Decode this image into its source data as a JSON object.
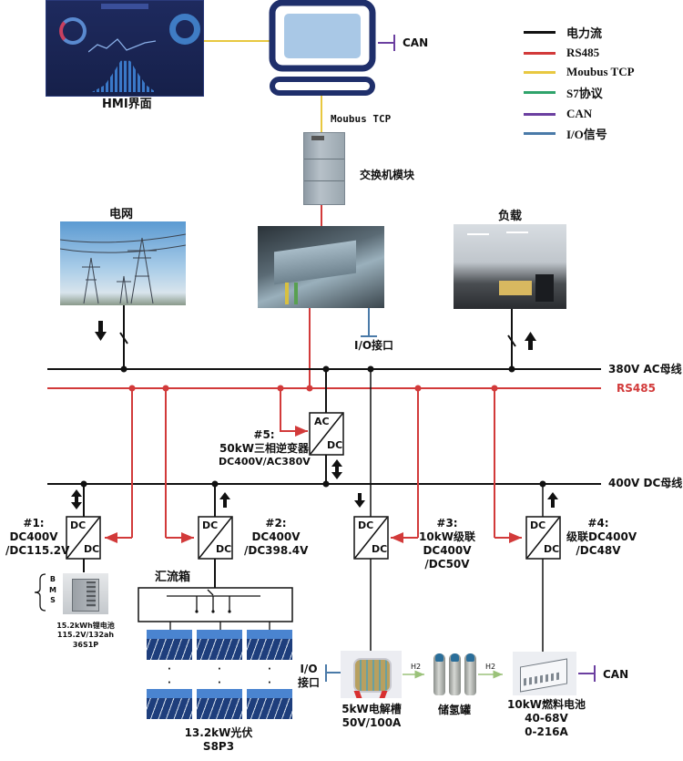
{
  "legend": [
    {
      "label": "电力流",
      "color": "#111111"
    },
    {
      "label": "RS485",
      "color": "#d23a3a"
    },
    {
      "label": "Moubus TCP",
      "color": "#e8c840"
    },
    {
      "label": "S7协议",
      "color": "#2fa36b"
    },
    {
      "label": "CAN",
      "color": "#6b3fa0"
    },
    {
      "label": "I/O信号",
      "color": "#4a7aa8"
    }
  ],
  "colors": {
    "power": "#111111",
    "rs485": "#d23a3a",
    "modbus": "#e8c840",
    "can": "#6b3fa0",
    "io": "#4a7aa8",
    "h2": "#9bc27a"
  },
  "top": {
    "hmi_label": "HMI界面",
    "monitor_can": "CAN",
    "modbus_label": "Moubus TCP",
    "switch_label": "交换机模块"
  },
  "nodes": {
    "grid_label": "电网",
    "load_label": "负载",
    "plc_io_label": "I/O接口"
  },
  "buses": {
    "ac_bus": "380V AC母线",
    "rs485_bus": "RS485",
    "dc_bus": "400V DC母线"
  },
  "converters": [
    {
      "id": "c5",
      "top": "AC",
      "bottom": "DC",
      "lines": [
        "#5:",
        "50kW三相逆变器",
        "DC400V/AC380V"
      ]
    },
    {
      "id": "c1",
      "top": "DC",
      "bottom": "DC",
      "lines": [
        "#1:",
        "DC400V",
        "/DC115.2V"
      ]
    },
    {
      "id": "c2",
      "top": "DC",
      "bottom": "DC",
      "lines": [
        "#2:",
        "DC400V",
        "/DC398.4V"
      ]
    },
    {
      "id": "c3",
      "top": "DC",
      "bottom": "DC",
      "lines": [
        "#3:",
        "10kW级联",
        "DC400V",
        "/DC50V"
      ]
    },
    {
      "id": "c4",
      "top": "DC",
      "bottom": "DC",
      "lines": [
        "#4:",
        "级联DC400V",
        "/DC48V"
      ]
    }
  ],
  "battery": {
    "bms": [
      "B",
      "M",
      "S"
    ],
    "lines": [
      "15.2kWh锂电池",
      "115.2V/132ah",
      "36S1P"
    ]
  },
  "combiner": {
    "label": "汇流箱"
  },
  "pv": {
    "lines": [
      "13.2kW光伏",
      "S8P3"
    ],
    "dots": "·"
  },
  "electrolyzer": {
    "io_lines": [
      "I/O",
      "接口"
    ],
    "lines": [
      "5kW电解槽",
      "50V/100A"
    ]
  },
  "h2": {
    "flow1": "H2",
    "flow2": "H2",
    "tank_label": "储氢罐"
  },
  "fuelcell": {
    "lines": [
      "10kW燃料电池",
      "40-68V",
      "0-216A"
    ],
    "can": "CAN"
  }
}
